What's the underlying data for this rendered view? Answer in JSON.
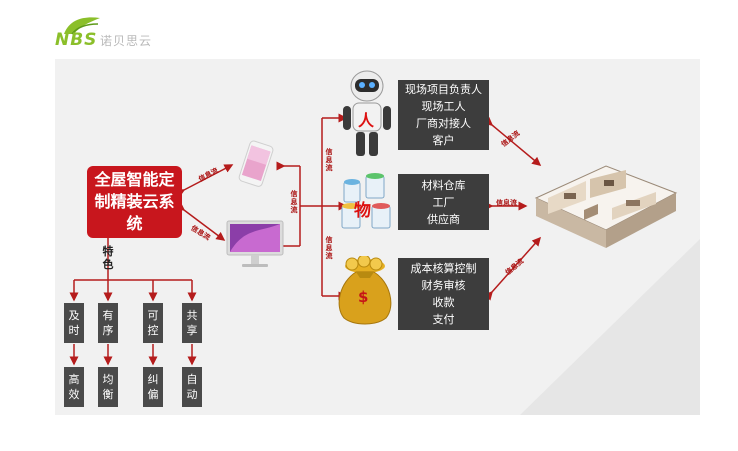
{
  "logo": {
    "brand": "NBS",
    "tagline": "诺贝思云"
  },
  "core": {
    "title": "全屋智能定制精装云系统"
  },
  "features": {
    "label": "特色",
    "items": [
      {
        "top": "及时",
        "bottom": "高效"
      },
      {
        "top": "有序",
        "bottom": "均衡"
      },
      {
        "top": "可控",
        "bottom": "纠偏"
      },
      {
        "top": "共享",
        "bottom": "自动"
      }
    ]
  },
  "flow_label": "信息流",
  "groups": [
    {
      "icon": "人",
      "lines": [
        "现场项目负责人",
        "现场工人",
        "厂商对接人",
        "客户"
      ]
    },
    {
      "icon": "物",
      "lines": [
        "材料仓库",
        "工厂",
        "供应商"
      ]
    },
    {
      "icon": "$",
      "lines": [
        "成本核算控制",
        "财务审核",
        "收款",
        "支付"
      ]
    }
  ],
  "colors": {
    "accent": "#c8161d",
    "box": "#3d3d3d",
    "brand": "#8bbf2a"
  }
}
